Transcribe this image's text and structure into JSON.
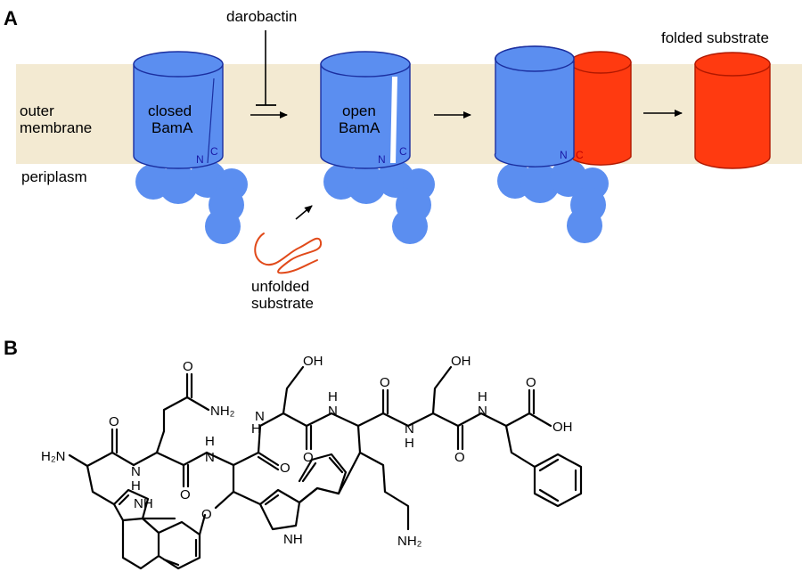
{
  "colors": {
    "membrane": "#f3ead2",
    "bama_blue": "#5b8ef0",
    "bama_edge": "#1b2fa0",
    "substrate_red": "#ff3a10",
    "substrate_edge": "#b01800",
    "unfolded_line": "#e14a1a"
  },
  "panel_a": {
    "label": "A",
    "drug": "darobactin",
    "outer_membrane": [
      "outer",
      "membrane"
    ],
    "periplasm": "periplasm",
    "closed_bama": [
      "closed",
      "BamA"
    ],
    "open_bama": [
      "open",
      "BamA"
    ],
    "terminus_n": "N",
    "terminus_c": "C",
    "unfolded_substrate": [
      "unfolded",
      "substrate"
    ],
    "folded_substrate": "folded substrate"
  },
  "panel_b": {
    "label": "B",
    "atoms": {
      "oh_1": "OH",
      "oh_2": "OH",
      "cooh": "OH",
      "o": "O",
      "nh_indole_1": "NH",
      "nh_indole_2": "NH",
      "nh_a1": "N",
      "nh_a1_h": "H",
      "nh_a2": "N",
      "nh_a2_h": "H",
      "nh_a3": "N",
      "nh_a3_h": "H",
      "nh_a4": "N",
      "nh_a4_h": "H",
      "nh_a5": "N",
      "nh_a5_h": "H",
      "nh_a6": "N",
      "nh_a6_h": "H",
      "h2n": "H₂N",
      "nh2_side": "NH₂",
      "nh2_lys": "NH₂"
    }
  }
}
